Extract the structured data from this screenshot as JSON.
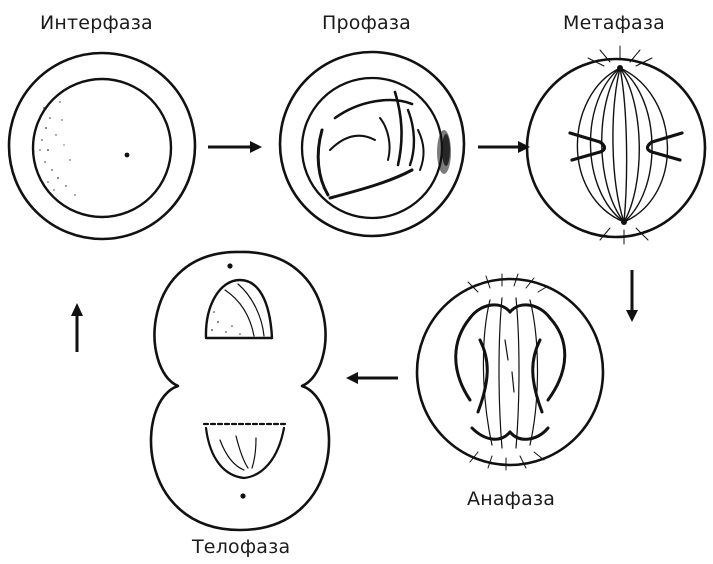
{
  "diagram": {
    "stages": [
      {
        "id": "interphase",
        "label": "Интерфаза"
      },
      {
        "id": "prophase",
        "label": "Профаза"
      },
      {
        "id": "metaphase",
        "label": "Метафаза"
      },
      {
        "id": "anaphase",
        "label": "Анафаза"
      },
      {
        "id": "telophase",
        "label": "Телофаза"
      }
    ],
    "flow": [
      "interphase",
      "prophase",
      "metaphase",
      "anaphase",
      "telophase",
      "interphase"
    ]
  }
}
